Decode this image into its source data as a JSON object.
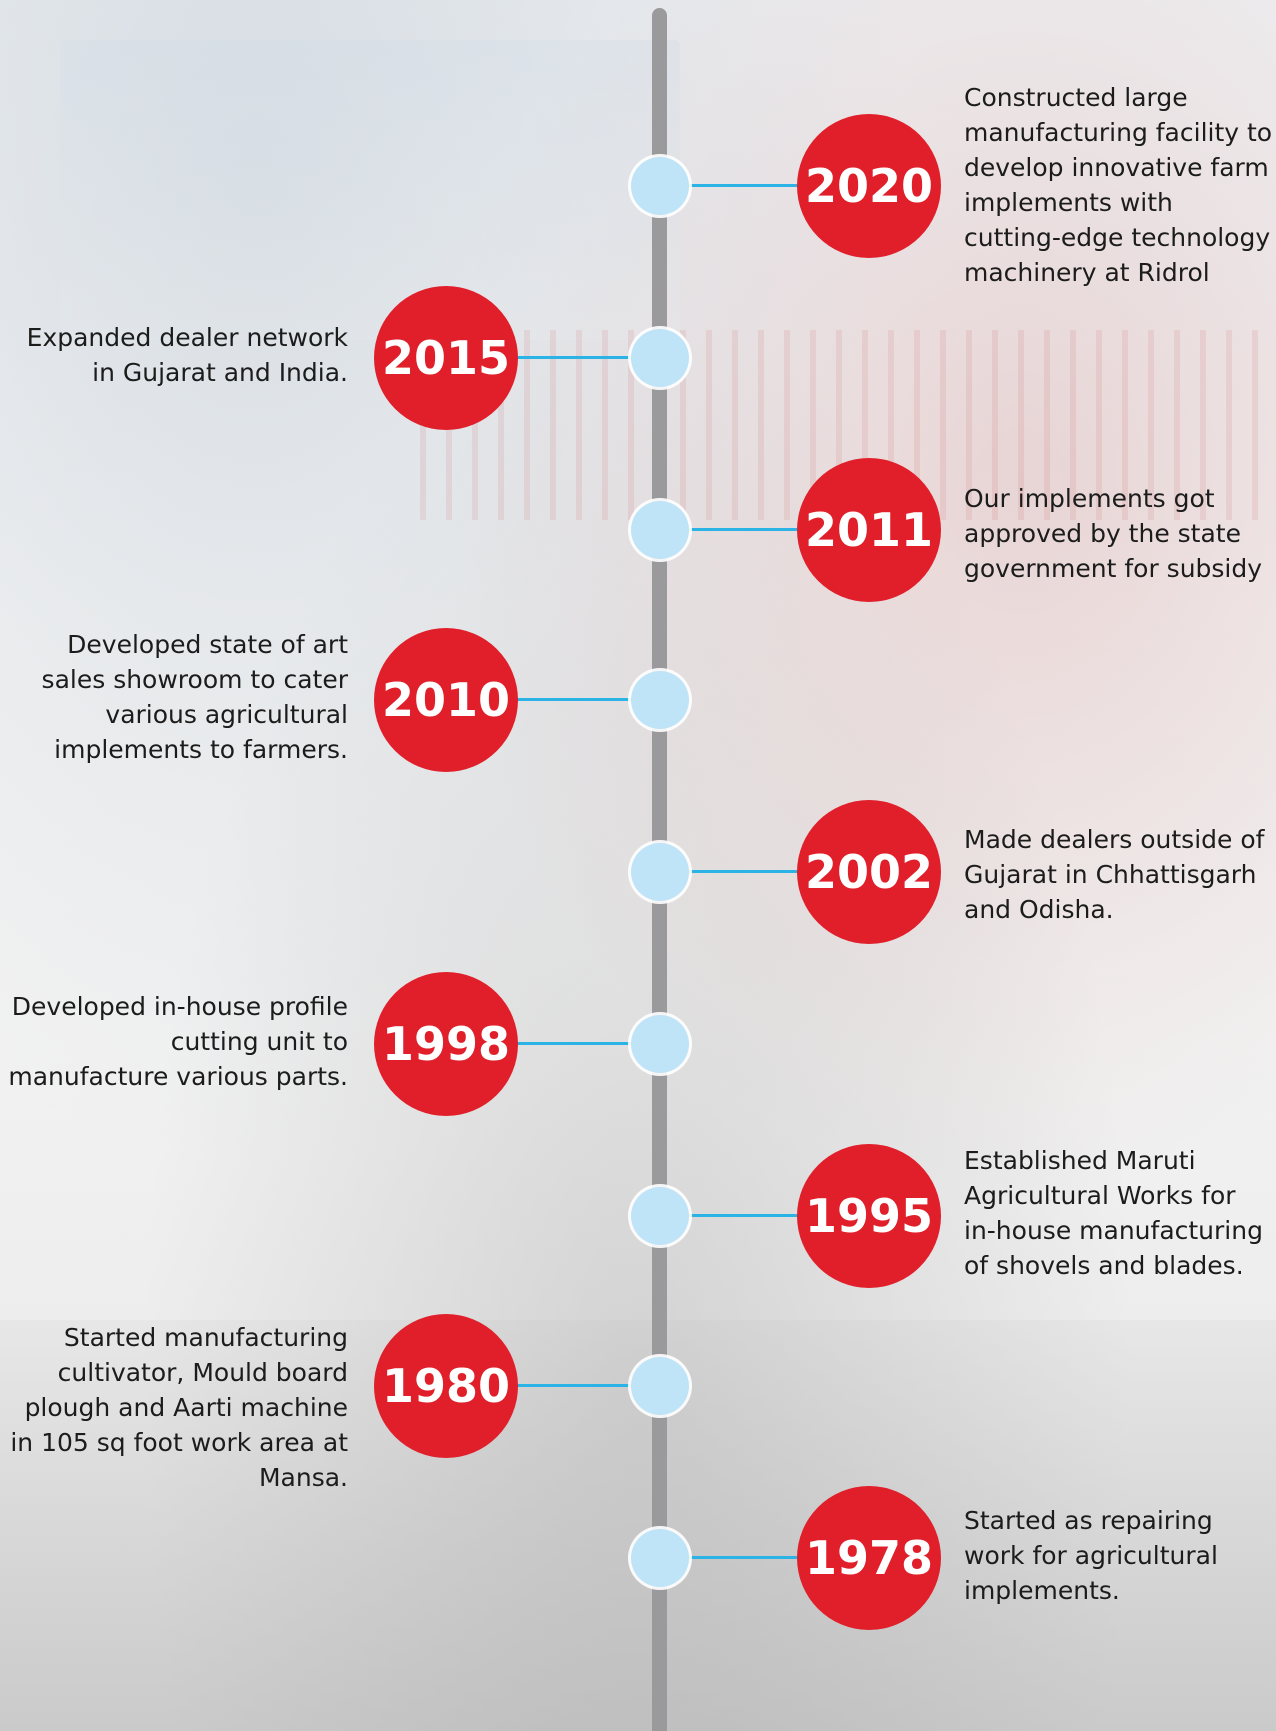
{
  "timeline": {
    "events": [
      {
        "year": "2020",
        "text": "Constructed large manufacturing facility to develop innovative farm implements with cutting-edge technology machinery at Ridrol"
      },
      {
        "year": "2015",
        "text": "Expanded dealer network in Gujarat and India."
      },
      {
        "year": "2011",
        "text": "Our implements got approved by the state government for subsidy"
      },
      {
        "year": "2010",
        "text": "Developed state of art sales showroom to cater various agricultural implements to farmers."
      },
      {
        "year": "2002",
        "text": "Made dealers outside of Gujarat in Chhattisgarh and Odisha."
      },
      {
        "year": "1998",
        "text": "Developed in-house profile cutting unit to manufacture various parts."
      },
      {
        "year": "1995",
        "text": "Established Maruti Agricultural Works for in-house manufacturing of shovels and blades."
      },
      {
        "year": "1980",
        "text": "Started manufacturing cultivator, Mould board plough and Aarti machine in 105 sq foot work area at Mansa."
      },
      {
        "year": "1978",
        "text": "Started as repairing work for agricultural implements."
      }
    ]
  },
  "colors": {
    "year_badge": "#e01f2b",
    "node": "#bfe3f7",
    "connector": "#2bb3e6",
    "spine": "#9a9a9c"
  }
}
